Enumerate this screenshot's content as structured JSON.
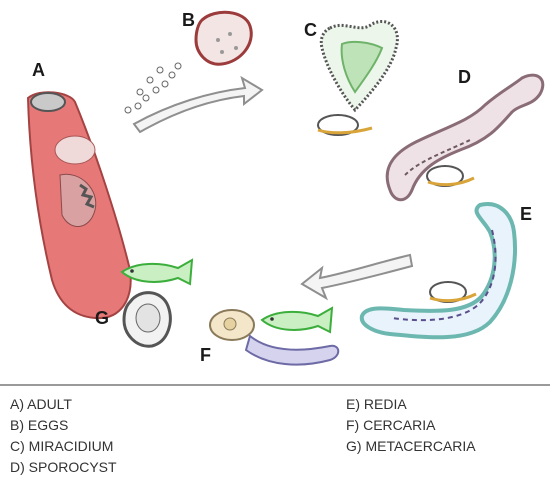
{
  "stages": [
    {
      "letter": "A",
      "name": "ADULT"
    },
    {
      "letter": "B",
      "name": "EGGS"
    },
    {
      "letter": "C",
      "name": "MIRACIDIUM"
    },
    {
      "letter": "D",
      "name": "SPOROCYST"
    },
    {
      "letter": "E",
      "name": "REDIA"
    },
    {
      "letter": "F",
      "name": "CERCARIA"
    },
    {
      "letter": "G",
      "name": "METACERCARIA"
    }
  ],
  "legend": {
    "left": [
      "A) ADULT",
      "B) EGGS",
      "C) MIRACIDIUM",
      "D) SPOROCYST"
    ],
    "right": [
      "E) REDIA",
      "F) CERCARIA",
      "G) METACERCARIA"
    ]
  },
  "colors": {
    "adult": "#e46a6a",
    "egg_outline": "#9c3b3b",
    "miracidium": "#6fb36b",
    "sporocyst": "#c9a7b0",
    "redia": "#8cc9c4",
    "cercaria": "#a9a9d8",
    "fish": "#3cae3c",
    "snail": "#d9c27a",
    "arrow": "#8f8f8f"
  }
}
